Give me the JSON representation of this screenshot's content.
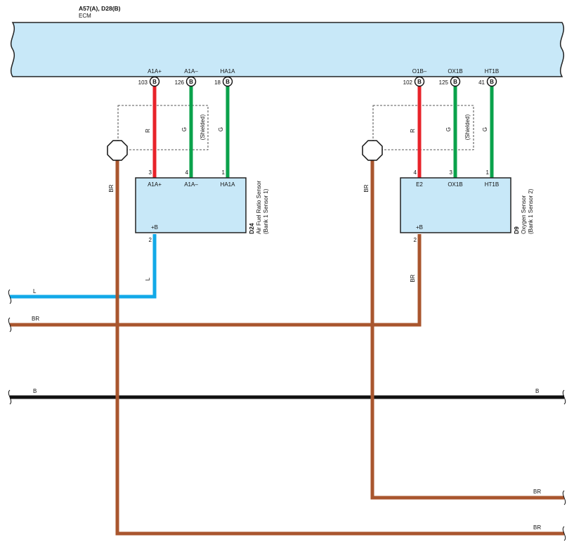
{
  "ecm": {
    "title": "A57(A), D28(B)",
    "name": "ECM"
  },
  "colors": {
    "ecm_fill": "#c8e8f8",
    "red": "#e8232a",
    "green": "#0aa24b",
    "blue": "#12a9e8",
    "brown": "#a9562e",
    "black": "#111111"
  },
  "ecm_terminals": [
    {
      "name": "A1A+",
      "pin": "103",
      "conn": "B"
    },
    {
      "name": "A1A–",
      "pin": "126",
      "conn": "B"
    },
    {
      "name": "HA1A",
      "pin": "18",
      "conn": "B"
    },
    {
      "name": "O1B–",
      "pin": "102",
      "conn": "B"
    },
    {
      "name": "OX1B",
      "pin": "125",
      "conn": "B"
    },
    {
      "name": "HT1B",
      "pin": "41",
      "conn": "B"
    }
  ],
  "sensor1": {
    "ref": "D24",
    "line1": "Air Fuel Ratio Sensor",
    "line2": "(Bank 1 Sensor 1)",
    "pins": [
      {
        "num": "3",
        "label": "A1A+"
      },
      {
        "num": "4",
        "label": "A1A–"
      },
      {
        "num": "1",
        "label": "HA1A"
      }
    ],
    "plus_b": "+B",
    "plus_b_pin": "2"
  },
  "sensor2": {
    "ref": "D9",
    "line1": "Oxygen Sensor",
    "line2": "(Bank 1 Sensor 2)",
    "pins": [
      {
        "num": "4",
        "label": "E2"
      },
      {
        "num": "3",
        "label": "OX1B"
      },
      {
        "num": "1",
        "label": "HT1B"
      }
    ],
    "plus_b": "+B",
    "plus_b_pin": "2"
  },
  "wires": {
    "red": "R",
    "green": "G",
    "shielded": "(Shielded)",
    "brown": "BR",
    "blue": "L",
    "black": "B"
  }
}
